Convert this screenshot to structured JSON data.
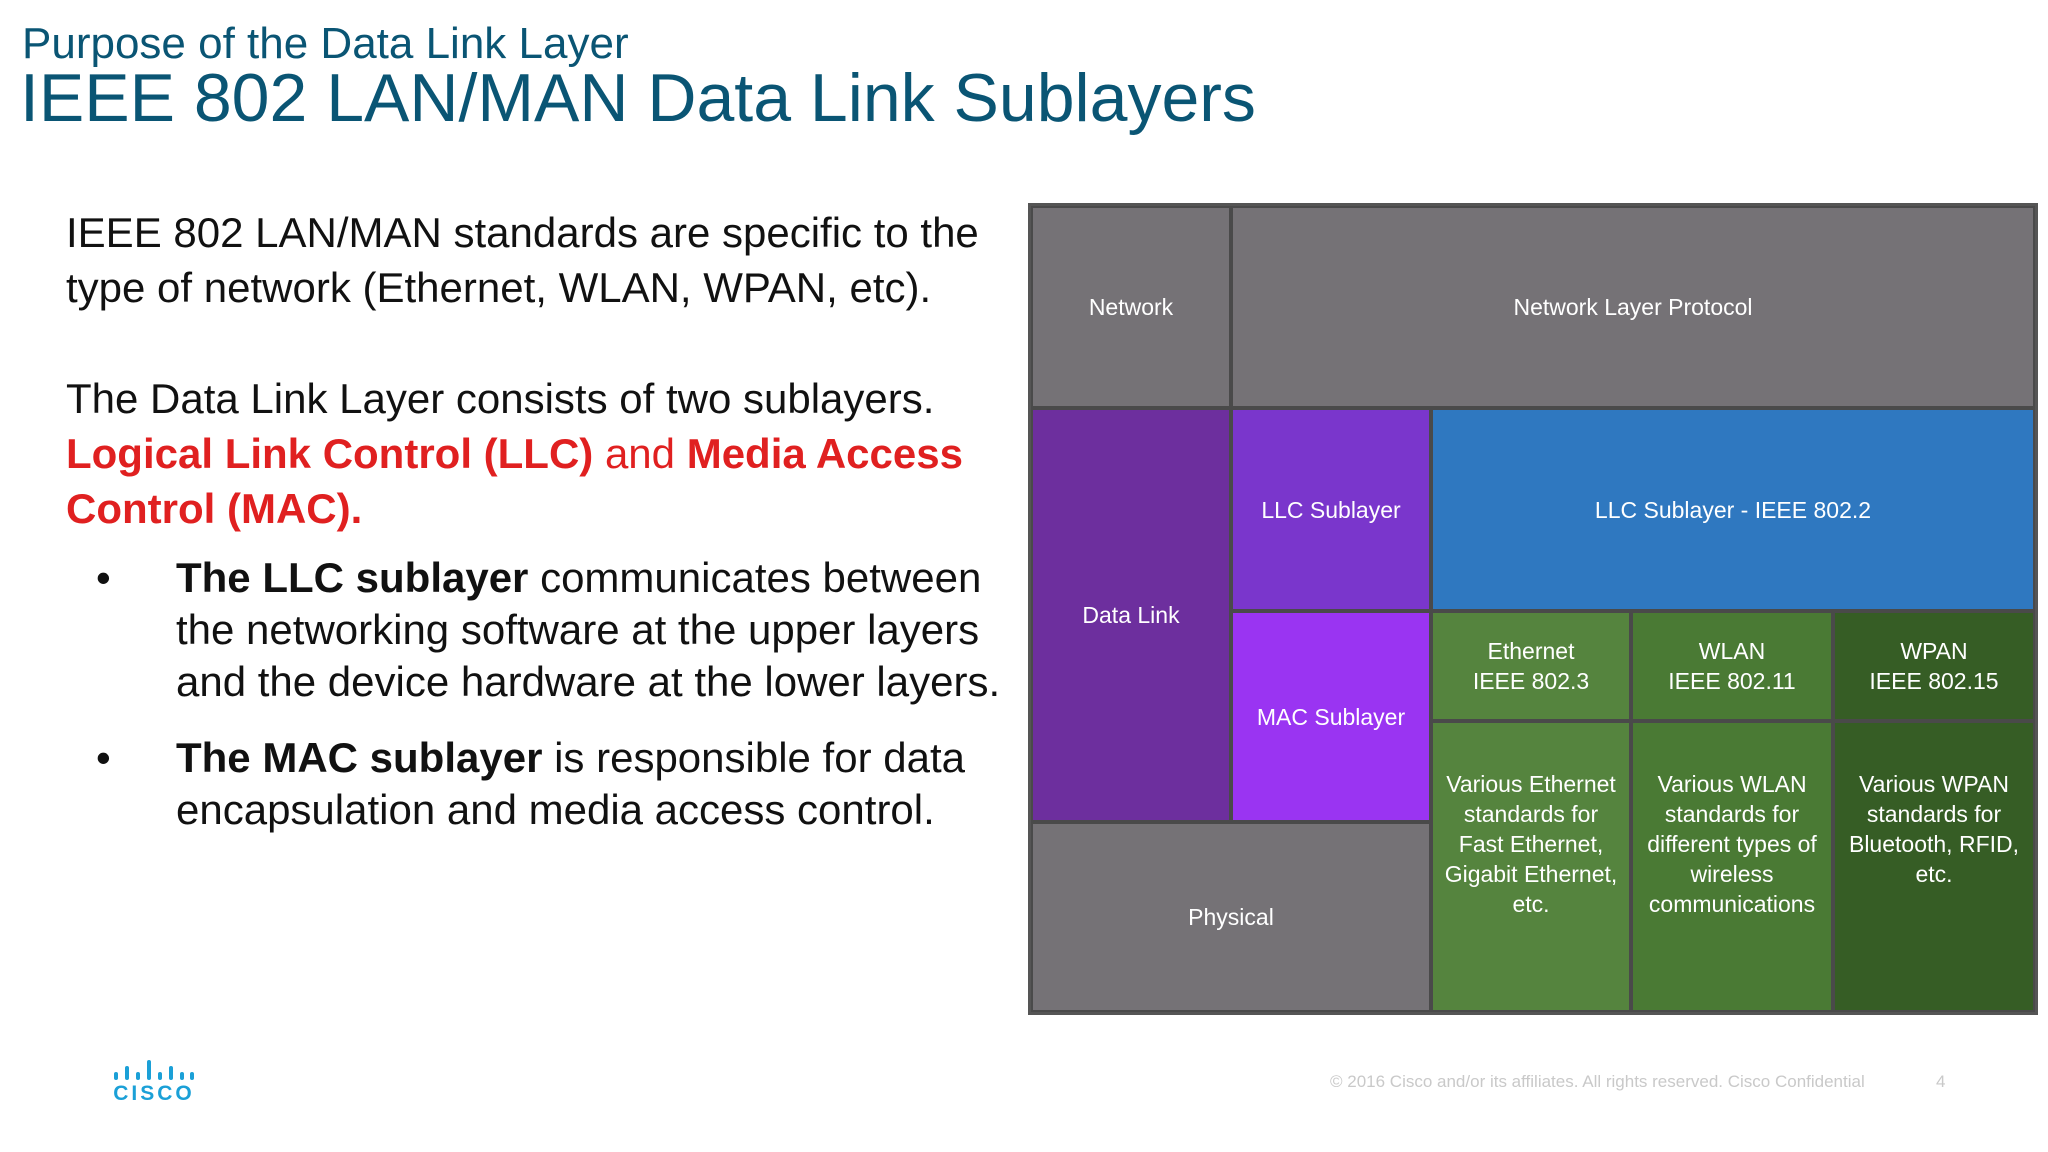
{
  "header": {
    "kicker": "Purpose of the Data Link Layer",
    "title": "IEEE 802 LAN/MAN Data Link Sublayers"
  },
  "body": {
    "para1": "IEEE 802 LAN/MAN standards are specific to the type of network (Ethernet, WLAN, WPAN, etc).",
    "para2_prefix": "The Data Link Layer consists of two sublayers.",
    "llc_term": "Logical Link Control (LLC)",
    "and_word": "and",
    "mac_term": "Media Access Control (MAC).",
    "bullets": [
      {
        "bold": "The LLC sublayer",
        "text": "communicates between the networking software at the upper layers and the device hardware at the lower layers."
      },
      {
        "bold": "The MAC sublayer",
        "text": "is responsible for data encapsulation and media access control."
      }
    ],
    "bullet_glyph": "•"
  },
  "diagram": {
    "network": "Network",
    "network_protocol": "Network Layer Protocol",
    "data_link": "Data Link",
    "llc_sublayer": "LLC Sublayer",
    "llc_ieee": "LLC Sublayer - IEEE 802.2",
    "mac_sublayer": "MAC Sublayer",
    "physical": "Physical",
    "ethernet": "Ethernet",
    "ethernet_std": "IEEE 802.3",
    "wlan": "WLAN",
    "wlan_std": "IEEE 802.11",
    "wpan": "WPAN",
    "wpan_std": "IEEE 802.15",
    "ethernet_desc": "Various Ethernet standards for Fast Ethernet, Gigabit Ethernet, etc.",
    "wlan_desc": "Various WLAN standards for different types of wireless communications",
    "wpan_desc": "Various WPAN standards for Bluetooth, RFID, etc."
  },
  "footer": {
    "logo_text": "CISCO",
    "copyright": "© 2016  Cisco and/or its affiliates. All rights reserved.   Cisco Confidential",
    "page_number": "4"
  },
  "colors": {
    "title": "#0a5574",
    "emphasis_red": "#e02020",
    "cisco_blue": "#1ba0d7"
  }
}
